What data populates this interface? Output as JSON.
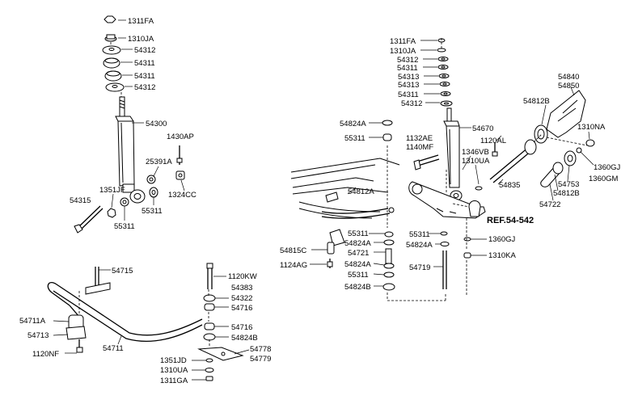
{
  "diagram": {
    "reference": "REF.54-542",
    "labels": {
      "l_1311FA_a": "1311FA",
      "l_1310JA_a": "1310JA",
      "l_54312_a": "54312",
      "l_54311_a": "54311",
      "l_54311_b": "54311",
      "l_54312_b": "54312",
      "l_54300": "54300",
      "l_1430AP": "1430AP",
      "l_25391A": "25391A",
      "l_1351JF": "1351JF",
      "l_1324CC": "1324CC",
      "l_54315": "54315",
      "l_55311_a": "55311",
      "l_55311_b": "55311",
      "l_1311FA_b": "1311FA",
      "l_1310JA_b": "1310JA",
      "l_54312_c": "54312",
      "l_54311_c": "54311",
      "l_54313_a": "54313",
      "l_54313_b": "54313",
      "l_54311_d": "54311",
      "l_54312_d": "54312",
      "l_54840": "54840",
      "l_54850": "54850",
      "l_54812B_a": "54812B",
      "l_54824A_a": "54824A",
      "l_54670": "54670",
      "l_1310NA": "1310NA",
      "l_55311_c": "55311",
      "l_1132AE": "1132AE",
      "l_1140MF": "1140MF",
      "l_1120AL": "1120AL",
      "l_1346VB": "1346VB",
      "l_1310UA_a": "1310UA",
      "l_1360GJ_a": "1360GJ",
      "l_1360GM": "1360GM",
      "l_54753": "54753",
      "l_54835": "54835",
      "l_54812B_b": "54812B",
      "l_54722": "54722",
      "l_54812A": "54812A",
      "l_55311_d": "55311",
      "l_54824A_b": "54824A",
      "l_54815C": "54815C",
      "l_54721": "54721",
      "l_1124AG": "1124AG",
      "l_54824A_c": "54824A",
      "l_55311_e": "55311",
      "l_54824B_a": "54824B",
      "l_55311_f": "55311",
      "l_54824A_d": "54824A",
      "l_1360GJ_b": "1360GJ",
      "l_1310KA": "1310KA",
      "l_54719": "54719",
      "l_54715": "54715",
      "l_1120KW": "1120KW",
      "l_54383": "54383",
      "l_54322": "54322",
      "l_54716_a": "54716",
      "l_54711A": "54711A",
      "l_54713": "54713",
      "l_54711": "54711",
      "l_54716_b": "54716",
      "l_54824B_b": "54824B",
      "l_54778": "54778",
      "l_54779": "54779",
      "l_1120NF": "1120NF",
      "l_1351JD": "1351JD",
      "l_1310UA_b": "1310UA",
      "l_1311GA": "1311GA"
    }
  }
}
